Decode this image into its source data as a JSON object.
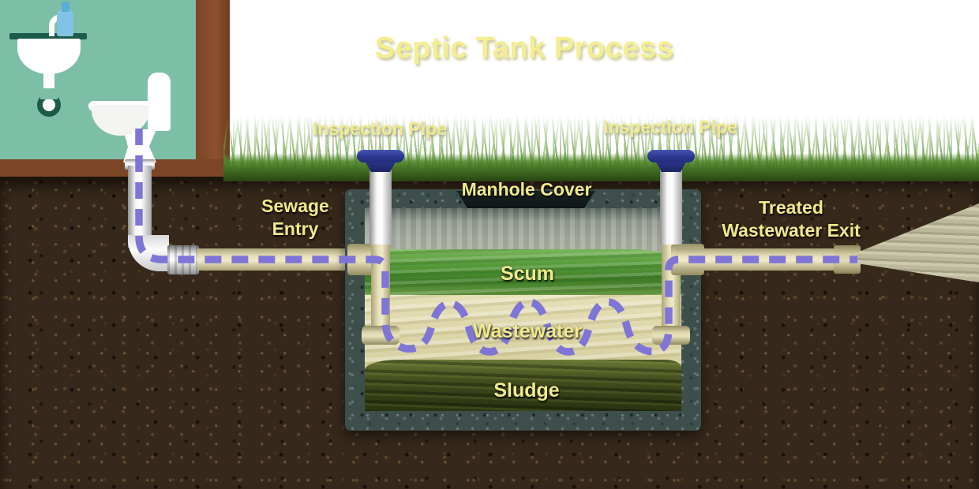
{
  "title": "Septic Tank Process",
  "labels": {
    "inspection_pipe_left": "Inspection Pipe",
    "inspection_pipe_right": "Inspection Pipe",
    "manhole_cover": "Manhole Cover",
    "sewage_entry": {
      "line1": "Sewage",
      "line2": "Entry"
    },
    "treated_wastewater_exit": {
      "line1": "Treated",
      "line2": "Wastewater Exit"
    },
    "tank_layers": {
      "scum": "Scum",
      "wastewater": "Wastewater",
      "sludge": "Sludge"
    }
  },
  "colors": {
    "label_yellow": "#f0ea8c",
    "flow_dash_purple": "#7f75d6",
    "scum_green": "#55993a",
    "wastewater_cream": "#ddd6a9",
    "sludge_olive": "#3c4519",
    "tank_concrete_wall": "#3d4e4b",
    "soil_brown": "#36281a",
    "grass_green": "#4f8a28",
    "house_wall_brown": "#7c4526",
    "bathroom_teal": "#7dbfa6",
    "inspection_cap_blue": "#2c3790",
    "pipe_tan": "#ddd6ad",
    "sky_white": "#ffffff"
  },
  "diagram_type": "septic-tank-process-cross-section",
  "flow_style": "dashed"
}
